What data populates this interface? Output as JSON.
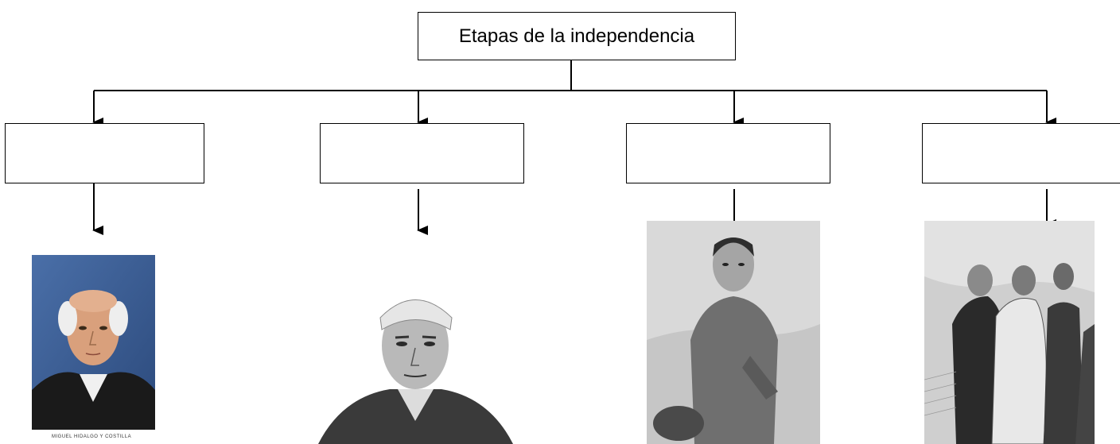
{
  "root": {
    "label": "Etapas de la independencia"
  },
  "stages": [
    {
      "label": ""
    },
    {
      "label": ""
    },
    {
      "label": ""
    },
    {
      "label": ""
    }
  ],
  "portraits": [
    {
      "subject": "Miguel Hidalgo y Costilla portrait",
      "caption": "MIGUEL HIDALGO Y COSTILLA"
    },
    {
      "subject": "José María Morelos portrait"
    },
    {
      "subject": "Vicente Guerrero portrait"
    },
    {
      "subject": "Abrazo de Acatempan engraving"
    }
  ]
}
